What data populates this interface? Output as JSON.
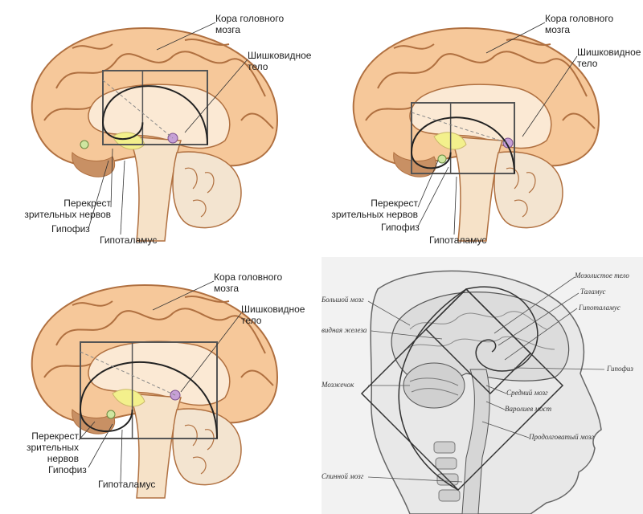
{
  "panels": [
    {
      "cortex": "Кора головного\nмозга",
      "pineal": "Шишковидное\nтело",
      "chiasm": "Перекрест\nзрительных нервов",
      "pituitary": "Гипофиз",
      "hypothalamus": "Гипоталамус"
    },
    {
      "cortex": "Кора головного\nмозга",
      "pineal": "Шишковидное\nтело",
      "chiasm": "Перекрест\nзрительных нервов",
      "pituitary": "Гипофиз",
      "hypothalamus": "Гипоталамус"
    },
    {
      "cortex": "Кора головного\nмозга",
      "pineal": "Шишковидное\nтело",
      "chiasm": "Перекрест\nзрительных нервов",
      "pituitary": "Гипофиз",
      "hypothalamus": "Гипоталамус"
    }
  ],
  "sketch": {
    "cerebrum": "Большой мозг",
    "pineal_gland": "видная железа",
    "cerebellum": "Мозжечок",
    "spinal_cord": "Спинной мозг",
    "corpus_callosum": "Мозолистое тело",
    "thalamus": "Таламус",
    "hypothalamus": "Гипоталамус",
    "pituitary": "Гипофиз",
    "midbrain": "Средний мозг",
    "pons": "Варолиев мост",
    "medulla": "Продолговатый мозг"
  },
  "colors": {
    "brain_fill": "#f6c89a",
    "brain_stroke": "#b07040",
    "inner": "#fbe9d4",
    "cerebellum": "#f3e4d0",
    "frame": "#555555"
  }
}
